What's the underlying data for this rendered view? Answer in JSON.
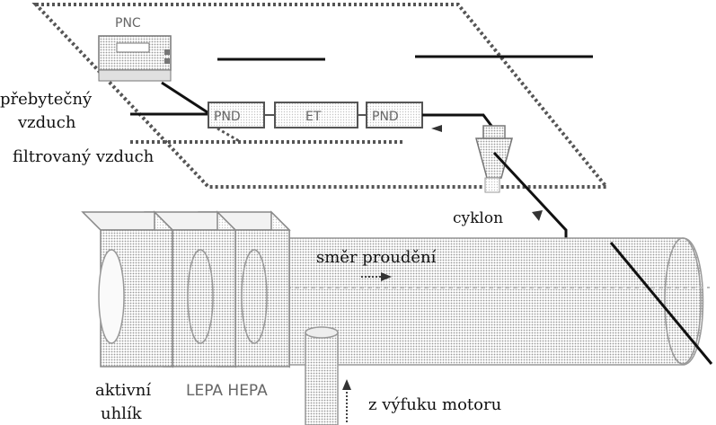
{
  "labels": {
    "pnc": "PNC",
    "pnd_left": "PND",
    "et": "ET",
    "pnd_right": "PND",
    "excess_air": [
      "přebytečný",
      "vzduch"
    ],
    "filtered_air": "filtrovaný vzduch",
    "cyclone": "cyklon",
    "flow_direction": "směr proudění",
    "activated_carbon": [
      "aktivní",
      "uhlík"
    ],
    "filters": "LEPA HEPA",
    "from_exhaust": "z výfuku motoru"
  },
  "colors": {
    "line": "#111111",
    "dotted": "#555555",
    "tunnel_fill": "#e4e4e4",
    "light_fill": "#f2f2f2"
  }
}
